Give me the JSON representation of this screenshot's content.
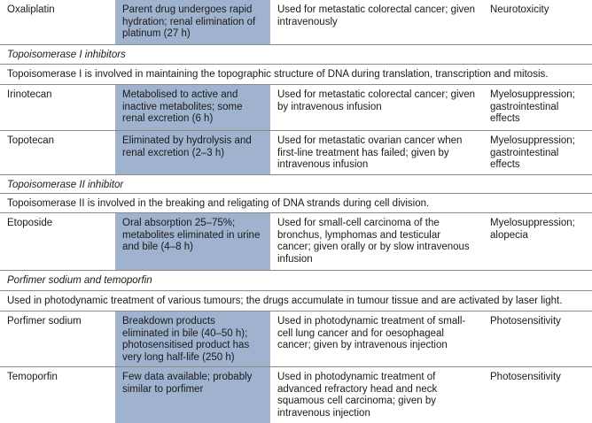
{
  "rows": {
    "oxaliplatin": {
      "drug": "Oxaliplatin",
      "pharmacokinetics": "Parent drug undergoes rapid hydration; renal elimination of platinum (27 h)",
      "use": "Used for metastatic colorectal cancer; given intravenously",
      "adverse": "Neurotoxicity"
    },
    "topo1_heading": "Topoisomerase I inhibitors",
    "topo1_desc": "Topoisomerase I is involved in maintaining the topographic structure of DNA during translation, transcription and mitosis.",
    "irinotecan": {
      "drug": "Irinotecan",
      "pharmacokinetics": "Metabolised to active and inactive metabolites; some renal excretion (6 h)",
      "use": "Used for metastatic colorectal cancer; given by intravenous infusion",
      "adverse": "Myelosuppression; gastrointestinal effects"
    },
    "topotecan": {
      "drug": "Topotecan",
      "pharmacokinetics": "Eliminated by hydrolysis and renal excretion (2–3 h)",
      "use": "Used for metastatic ovarian cancer when first-line treatment has failed; given by intravenous infusion",
      "adverse": "Myelosuppression; gastrointestinal effects"
    },
    "topo2_heading": "Topoisomerase II inhibitor",
    "topo2_desc": "Topoisomerase II is involved in the breaking and religating of DNA strands during cell division.",
    "etoposide": {
      "drug": "Etoposide",
      "pharmacokinetics": "Oral absorption 25–75%; metabolites eliminated in urine and bile (4–8 h)",
      "use": "Used for small-cell carcinoma of the bronchus, lymphomas and testicular cancer; given orally or by slow intravenous infusion",
      "adverse": "Myelosuppression; alopecia"
    },
    "porf_heading": "Porfimer sodium and temoporfin",
    "porf_desc": "Used in photodynamic treatment of various tumours; the drugs accumulate in tumour tissue and are activated by laser light.",
    "porfimer": {
      "drug": "Porfimer sodium",
      "pharmacokinetics": "Breakdown products eliminated in bile (40–50 h); photosensitised product has very long half-life (250 h)",
      "use": "Used in photodynamic treatment of small-cell lung cancer and for oesophageal cancer; given by intravenous injection",
      "adverse": "Photosensitivity"
    },
    "temoporfin": {
      "drug": "Temoporfin",
      "pharmacokinetics": "Few data available; probably similar to porfimer",
      "use": "Used in photodynamic treatment of advanced refractory head and neck squamous cell carcinoma; given by intravenous injection",
      "adverse": "Photosensitivity"
    }
  }
}
